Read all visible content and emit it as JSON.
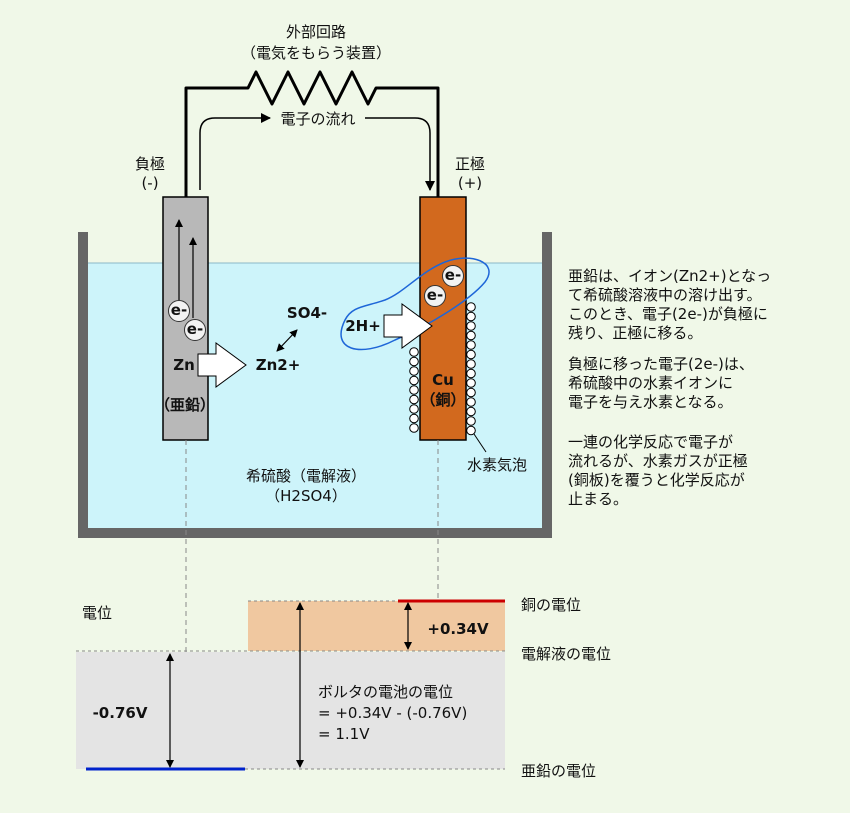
{
  "circuit": {
    "title_line1": "外部回路",
    "title_line2": "（電気をもらう装置）",
    "electron_flow": "電子の流れ"
  },
  "electrodes": {
    "negative_name": "負極",
    "negative_sign": "(-)",
    "positive_name": "正極",
    "positive_sign": "(+)",
    "zn_symbol": "Zn",
    "zn_name": "（亜鉛）",
    "cu_symbol": "Cu",
    "cu_name": "（銅）"
  },
  "ions": {
    "electron": "e-",
    "sulfate": "SO4-",
    "zinc_ion": "Zn2+",
    "hydrogen_ion": "2H+",
    "hydrogen_bubbles": "水素気泡"
  },
  "electrolyte": {
    "line1": "希硫酸（電解液）",
    "line2": "（H2SO4）"
  },
  "notes": {
    "p1": "亜鉛は、イオン(Zn2+)となっ\nて希硫酸溶液中の溶け出す。\nこのとき、電子(2e-)が負極に\n残り、正極に移る。",
    "p2": "負極に移った電子(2e-)は、\n希硫酸中の水素イオンに\n電子を与え水素となる。",
    "p3": "一連の化学反応で電子が\n流れるが、水素ガスが正極\n(銅板)を覆うと化学反応が\n止まる。"
  },
  "potential": {
    "axis_label": "電位",
    "copper_label": "銅の電位",
    "electrolyte_label": "電解液の電位",
    "zinc_label": "亜鉛の電位",
    "copper_value": "+0.34V",
    "zinc_value": "-0.76V",
    "volta_line1": "ボルタの電池の電位",
    "volta_line2": "= +0.34V - (-0.76V)",
    "volta_line3": "= 1.1V"
  },
  "colors": {
    "background": "#f0f8e8",
    "electrolyte": "#cdf4fa",
    "zinc": "#b8b8b8",
    "copper": "#d2691e",
    "copper_band": "#f0c8a0",
    "zinc_band": "#e4e4e4",
    "copper_line": "#cc0000",
    "zinc_line": "#0022cc",
    "container": "#666666"
  }
}
